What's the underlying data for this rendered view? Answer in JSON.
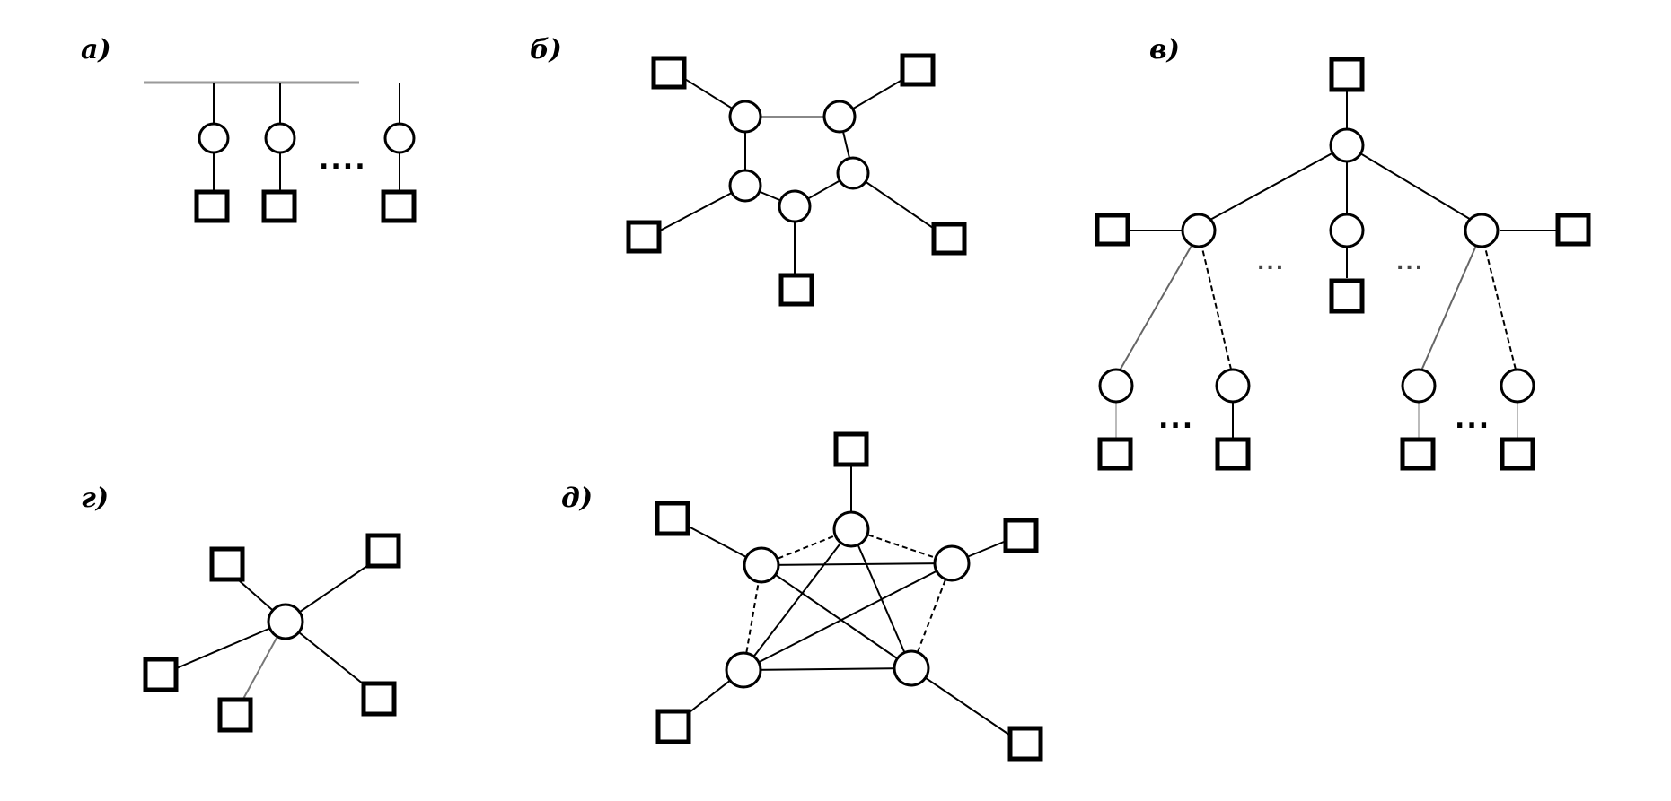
{
  "diagrams": [
    {
      "label": "а)",
      "ellipses": [
        "....",
        ""
      ]
    },
    {
      "label": "б)",
      "ellipses": []
    },
    {
      "label": "в)",
      "ellipses": [
        "...",
        "...",
        "...",
        "..."
      ]
    },
    {
      "label": "г)",
      "ellipses": []
    },
    {
      "label": "д)",
      "ellipses": []
    }
  ]
}
